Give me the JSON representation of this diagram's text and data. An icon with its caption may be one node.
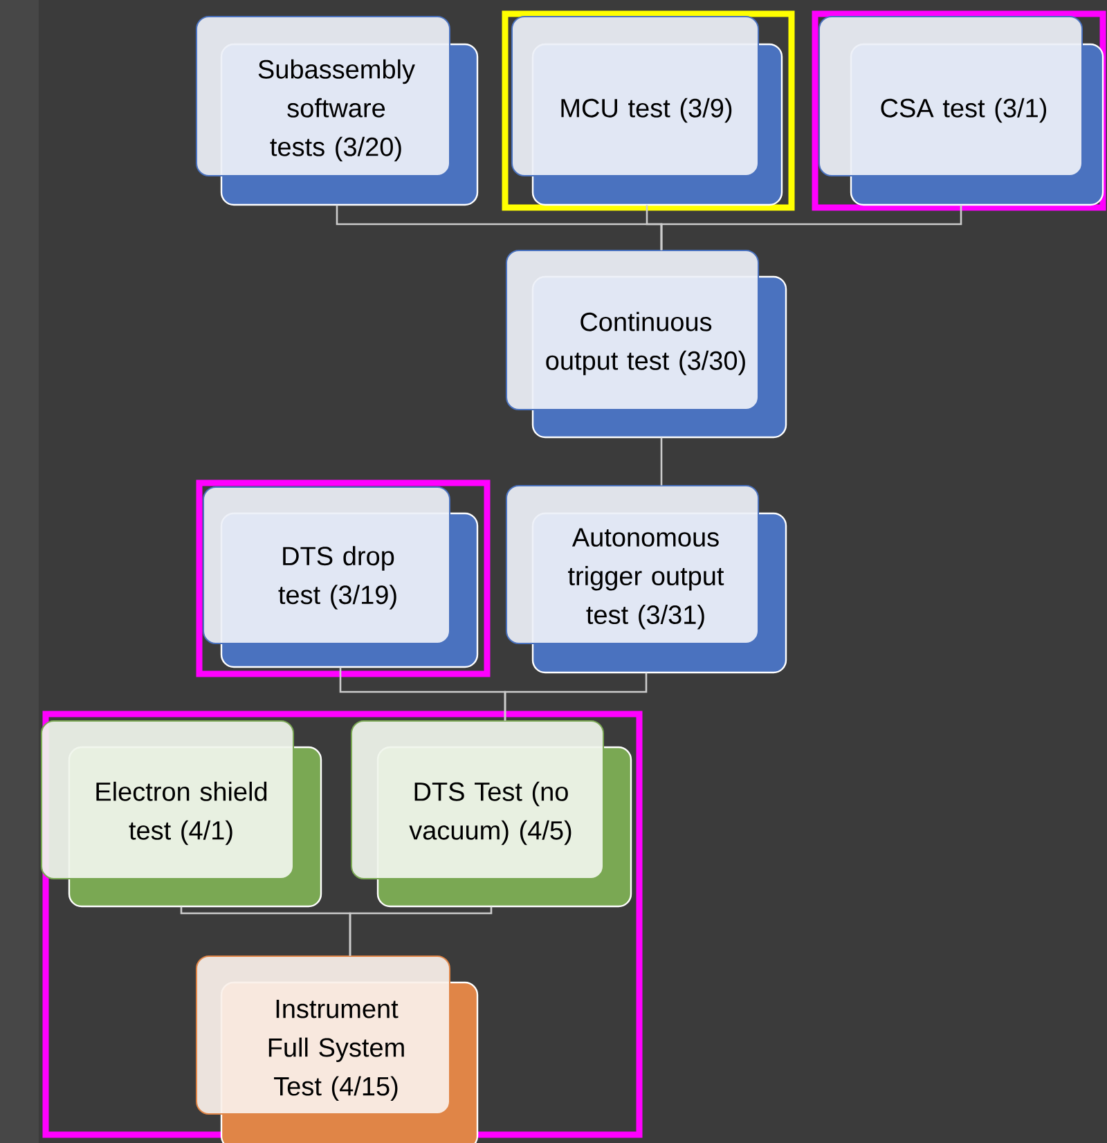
{
  "diagram": {
    "nodes": [
      {
        "text": [
          "Subassembly software tests (3/20)"
        ]
      },
      {
        "text": [],
        "shape": "box"
      },
      {
        "text": [
          "MCU test (3/9)"
        ],
        "in": 1
      },
      {
        "text": [],
        "shape": "box"
      },
      {
        "text": [
          "CSA test (3/1)"
        ],
        "in": 3
      },
      {
        "text": [
          "Continuous output test (3/30)"
        ]
      },
      {
        "text": [],
        "shape": "box"
      },
      {
        "text": [
          "DTS drop test (3/19)"
        ],
        "in": 6
      },
      {
        "text": [
          "Autonomous trigger output test (3/31)"
        ]
      },
      {
        "text": [],
        "shape": "box"
      },
      {
        "text": [
          "Electron shield test (4/1)"
        ],
        "in": 9
      },
      {
        "text": [
          "DTS Test (no vacuum) (4/5)"
        ],
        "in": 9
      },
      {
        "text": [
          "Instrument Full System Test (4/15)"
        ],
        "in": 9
      }
    ],
    "edges": [
      {
        "from": 0,
        "to": 5,
        "arrow": "none"
      },
      {
        "from": 2,
        "to": 5,
        "arrow": "none"
      },
      {
        "from": 4,
        "to": 5,
        "arrow": "none"
      },
      {
        "from": 5,
        "to": 8,
        "arrow": "none"
      },
      {
        "from": 7,
        "to": 11,
        "arrow": "none"
      },
      {
        "from": 8,
        "to": 11,
        "arrow": "none"
      },
      {
        "from": 10,
        "to": 12,
        "arrow": "none"
      },
      {
        "from": 11,
        "to": 12,
        "arrow": "none"
      }
    ]
  }
}
